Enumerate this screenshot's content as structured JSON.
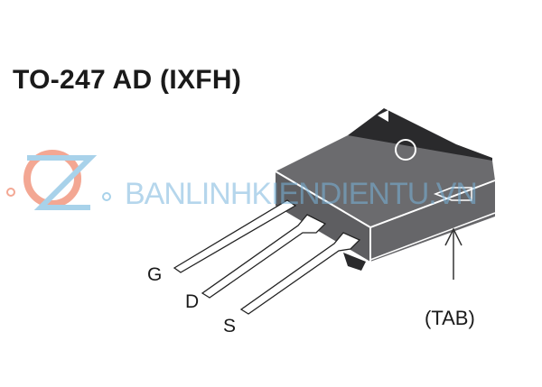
{
  "title": "TO-247 AD (IXFH)",
  "pins": {
    "gate": "G",
    "drain": "D",
    "source": "S"
  },
  "tab_label": "(TAB)",
  "watermark": {
    "text": "BANLINHKIENDIENTU.VN",
    "colors": {
      "orange": "#f08a70",
      "blue": "#8cc4e4"
    }
  },
  "colors": {
    "body": "#6b6b6e",
    "tab": "#2a2a2c",
    "text": "#1a1a1a"
  }
}
